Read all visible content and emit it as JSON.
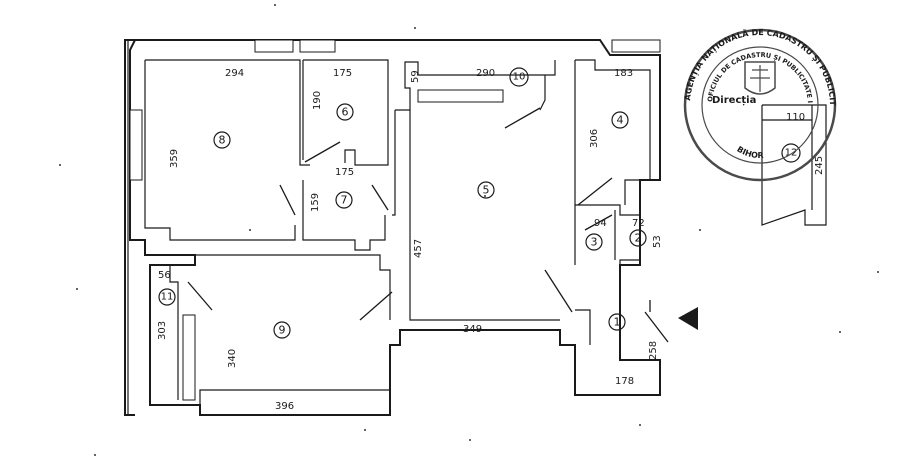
{
  "rooms": [
    {
      "id": "room-1",
      "number": "1"
    },
    {
      "id": "room-2",
      "number": "2"
    },
    {
      "id": "room-3",
      "number": "3"
    },
    {
      "id": "room-4",
      "number": "4"
    },
    {
      "id": "room-5",
      "number": "5"
    },
    {
      "id": "room-6",
      "number": "6"
    },
    {
      "id": "room-7",
      "number": "7"
    },
    {
      "id": "room-8",
      "number": "8"
    },
    {
      "id": "room-9",
      "number": "9"
    },
    {
      "id": "room-10",
      "number": "10"
    },
    {
      "id": "room-11",
      "number": "11"
    },
    {
      "id": "room-12",
      "number": "12"
    }
  ],
  "dimensions": {
    "d294": "294",
    "d175_top": "175",
    "d59": "59",
    "d290": "290",
    "d183": "183",
    "d110": "110",
    "d190": "190",
    "d306": "306",
    "d359": "359",
    "d175_mid": "175",
    "d159": "159",
    "d457": "457",
    "d94": "94",
    "d72": "72",
    "d53": "53",
    "d245": "245",
    "d56": "56",
    "d303": "303",
    "d340": "340",
    "d349": "349",
    "d258": "258",
    "d178": "178",
    "d396": "396"
  },
  "stamp": {
    "outer_text": "AGENȚIA NAȚIONALĂ DE CADASTRU ȘI PUBLICITATE",
    "inner_text": "OFICIUL DE CADASTRU ȘI PUBLICITATE IMOBILIARĂ",
    "center_text": "Direcția",
    "bottom_text": "BIHOR"
  },
  "entrance_marker": "entrance-arrow"
}
